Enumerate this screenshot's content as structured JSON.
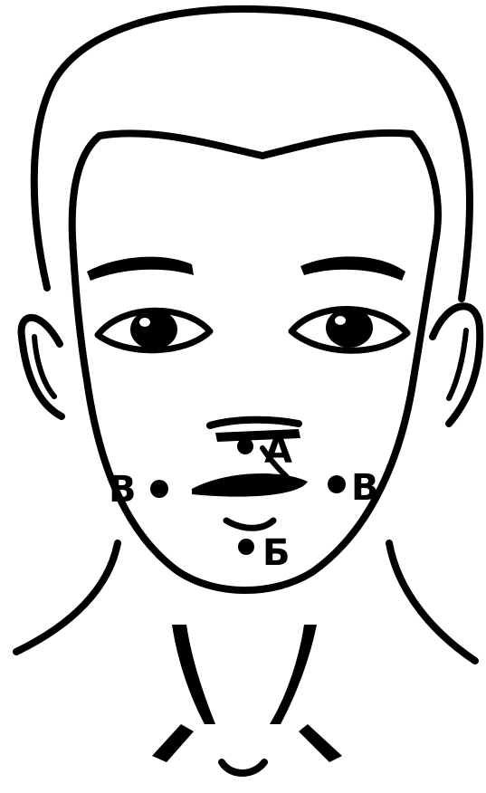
{
  "colors": {
    "ink": "#000000",
    "background": "#ffffff"
  },
  "points": [
    {
      "id": "upper-lip",
      "label": "А"
    },
    {
      "id": "chin",
      "label": "Б"
    },
    {
      "id": "left-cheek",
      "label": "В"
    },
    {
      "id": "right-cheek",
      "label": "В"
    }
  ]
}
